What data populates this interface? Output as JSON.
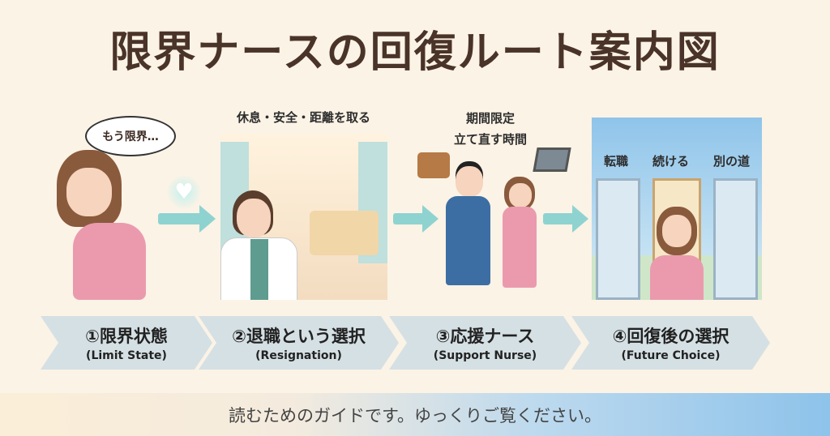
{
  "title": "限界ナースの回復ルート案内図",
  "scene1": {
    "speech": "もう限界…"
  },
  "scene2": {
    "caption": "休息・安全・距離を取る"
  },
  "scene3": {
    "caption_line1": "期間限定",
    "caption_line2": "立て直す時間"
  },
  "scene4": {
    "options": [
      "転職",
      "続ける",
      "別の道"
    ]
  },
  "steps": [
    {
      "label": "①限界状態",
      "sublabel": "(Limit State)"
    },
    {
      "label": "②退職という選択",
      "sublabel": "(Resignation)"
    },
    {
      "label": "③応援ナース",
      "sublabel": "(Support Nurse)"
    },
    {
      "label": "④回復後の選択",
      "sublabel": "(Future Choice)"
    }
  ],
  "footer": "読むためのガイドです。ゆっくりご覧ください。",
  "colors": {
    "background": "#fbf3e6",
    "title": "#4a3328",
    "chevron": "#d5e0e4",
    "arrow": "#8fd3d0"
  }
}
